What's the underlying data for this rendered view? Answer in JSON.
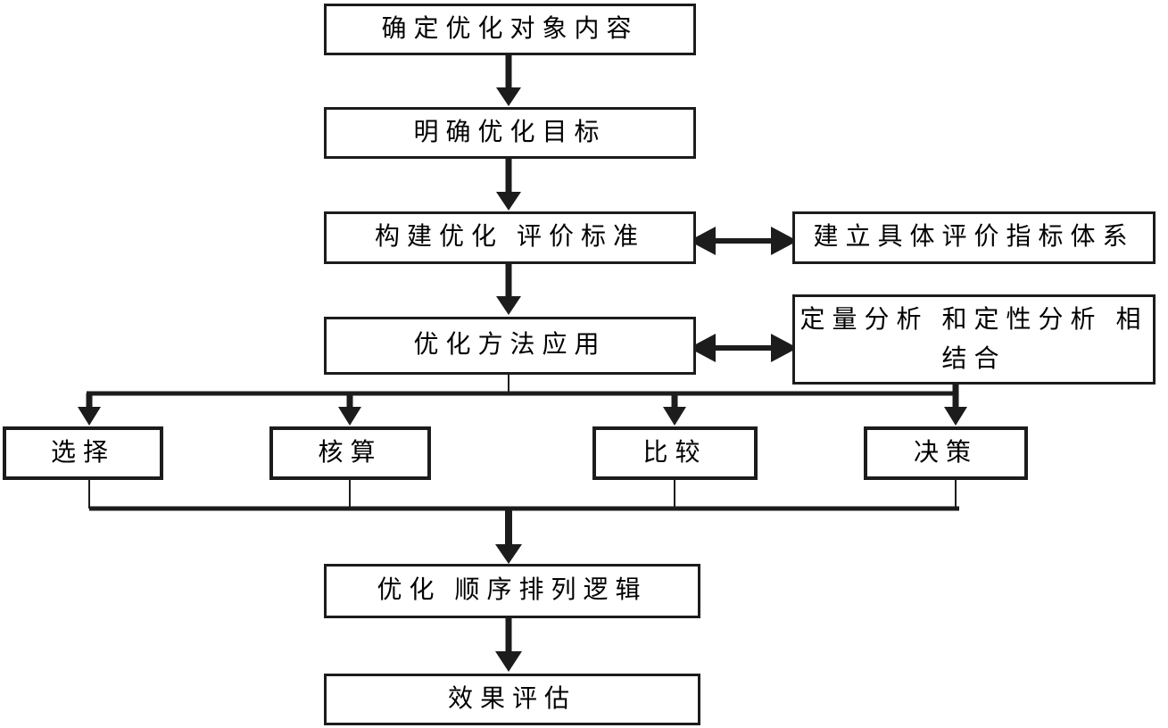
{
  "diagram": {
    "type": "flowchart",
    "colors": {
      "line": "#1c1c1c",
      "box_border": "#1c1c1c",
      "box_background": "#ffffff",
      "text": "#000000",
      "page_background": "#ffffff"
    },
    "nodes": {
      "step1": {
        "label": "确定优化对象内容"
      },
      "step2": {
        "label": "明确优化目标"
      },
      "step3": {
        "label": "构建优化 评价标准"
      },
      "side1": {
        "label": "建立具体评价指标体系"
      },
      "step4": {
        "label": "优化方法应用"
      },
      "side2": {
        "line1": "定量分析 和定性分析 相",
        "line2": "结合"
      },
      "branch_select": {
        "label": "选择"
      },
      "branch_account": {
        "label": "核算"
      },
      "branch_compare": {
        "label": "比较"
      },
      "branch_decide": {
        "label": "决策"
      },
      "step5": {
        "label": "优化 顺序排列逻辑"
      },
      "step6": {
        "label": "效果评估"
      }
    },
    "edges": [
      "step1 -> step2",
      "step2 -> step3",
      "step3 <-> side1",
      "step3 -> step4",
      "step4 <-> side2",
      "step4 -> branch_select",
      "step4 -> branch_account",
      "step4 -> branch_compare",
      "side2 -> branch_decide",
      "branch_select -> step5",
      "branch_account -> step5",
      "branch_compare -> step5",
      "branch_decide -> step5",
      "step5 -> step6"
    ]
  }
}
